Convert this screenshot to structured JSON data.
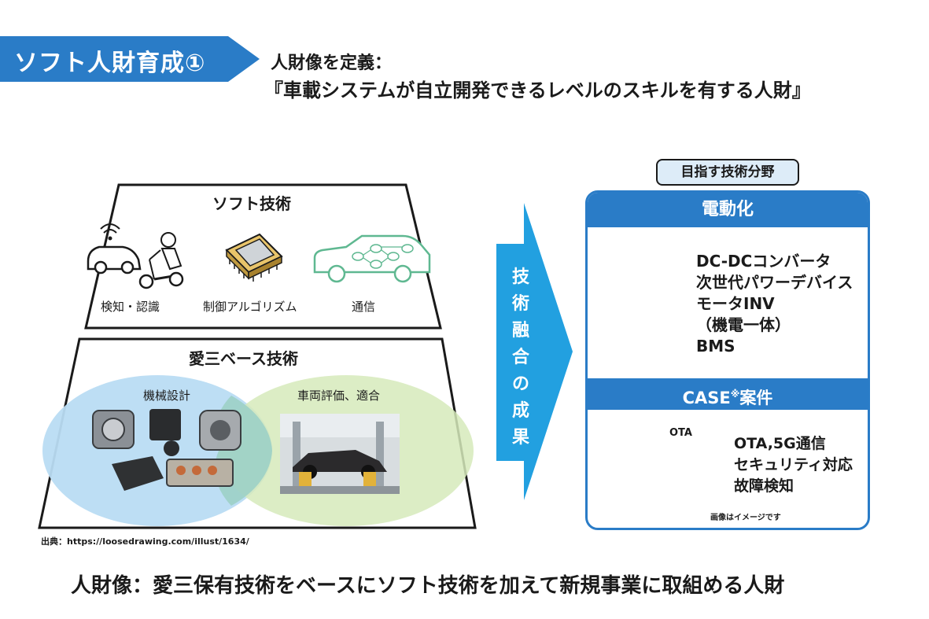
{
  "header": {
    "tag_label": "ソフト人財育成①",
    "definition_line1": "人財像を定義：",
    "definition_line2": "『車載システムが自立開発できるレベルのスキルを有する人財』"
  },
  "soft_tech": {
    "title": "ソフト技術",
    "items": [
      {
        "label": "検知・認識"
      },
      {
        "label": "制御アルゴリズム"
      },
      {
        "label": "通信"
      }
    ]
  },
  "base_tech": {
    "title": "愛三ベース技術",
    "circles": [
      {
        "label": "機械設計"
      },
      {
        "label": "車両評価、適合"
      }
    ]
  },
  "arrow": {
    "chars": [
      "技",
      "術",
      "融",
      "合",
      "の",
      "成",
      "果"
    ]
  },
  "target": {
    "label": "目指す技術分野",
    "sections": [
      {
        "title": "電動化",
        "items": [
          "DC-DCコンバータ",
          "次世代パワーデバイス",
          "モータINV",
          "（機電一体）",
          "BMS"
        ]
      },
      {
        "title": "CASE",
        "title_mark": "※",
        "title_suffix": "案件",
        "items": [
          "OTA,5G通信",
          "セキュリティ対応",
          "故障検知"
        ],
        "cloud_label": "OTA",
        "image_note": "画像はイメージです"
      }
    ]
  },
  "source_note": "出典：https://loosedrawing.com/illust/1634/",
  "bottom_statement": "人財像：愛三保有技術をベースにソフト技術を加えて新規事業に取組める人財",
  "colors": {
    "brand_blue": "#2a7cc7",
    "arrow_blue": "#22a0e0",
    "circle_blue": "#b9dcf3",
    "circle_green": "#d6eabb"
  }
}
